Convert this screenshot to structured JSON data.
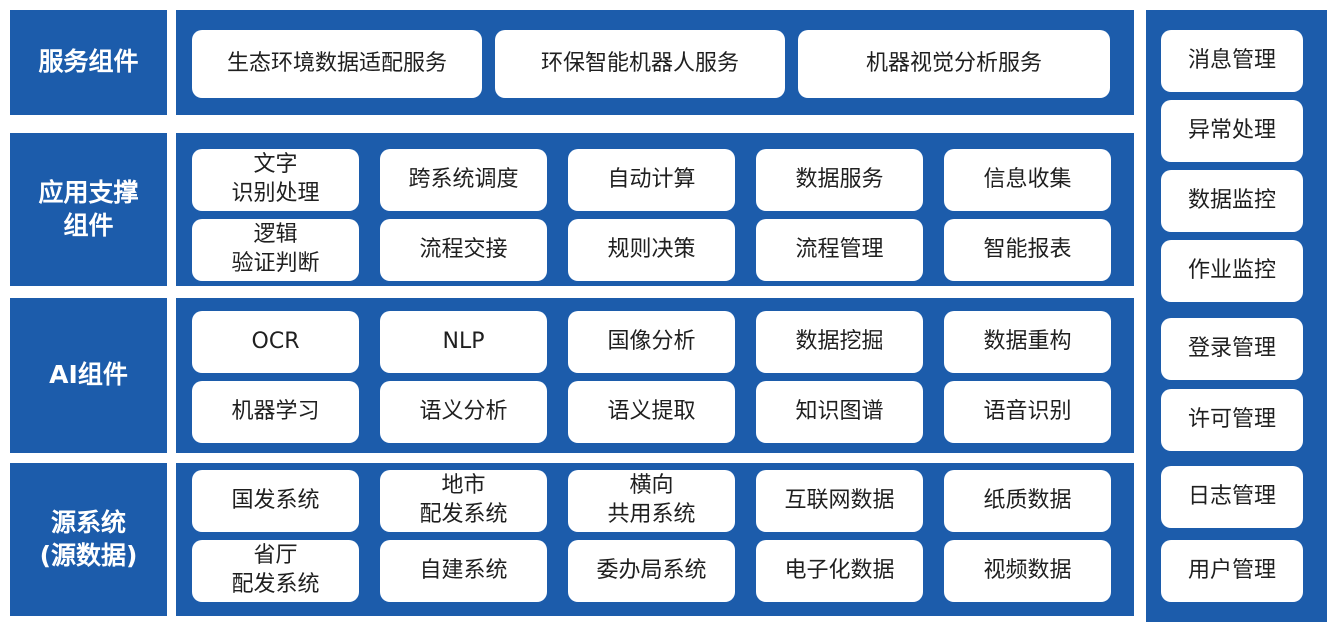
{
  "rows": [
    {
      "label": "服务组件",
      "items": [
        "生态环境数据适配服务",
        "环保智能机器人服务",
        "机器视觉分析服务"
      ]
    },
    {
      "label": "应用支撑\n组件",
      "items": [
        "文字\n识别处理",
        "跨系统调度",
        "自动计算",
        "数据服务",
        "信息收集",
        "逻辑\n验证判断",
        "流程交接",
        "规则决策",
        "流程管理",
        "智能报表"
      ]
    },
    {
      "label": "AI组件",
      "items": [
        "OCR",
        "NLP",
        "国像分析",
        "数据挖掘",
        "数据重构",
        "机器学习",
        "语义分析",
        "语义提取",
        "知识图谱",
        "语音识别"
      ]
    },
    {
      "label": "源系统\n(源数据)",
      "items": [
        "国发系统",
        "地市\n配发系统",
        "横向\n共用系统",
        "互联网数据",
        "纸质数据",
        "省厅\n配发系统",
        "自建系统",
        "委办局系统",
        "电子化数据",
        "视频数据"
      ]
    }
  ],
  "side_items": [
    "消息管理",
    "异常处理",
    "数据监控",
    "作业监控",
    "登录管理",
    "许可管理",
    "日志管理",
    "用户管理"
  ]
}
